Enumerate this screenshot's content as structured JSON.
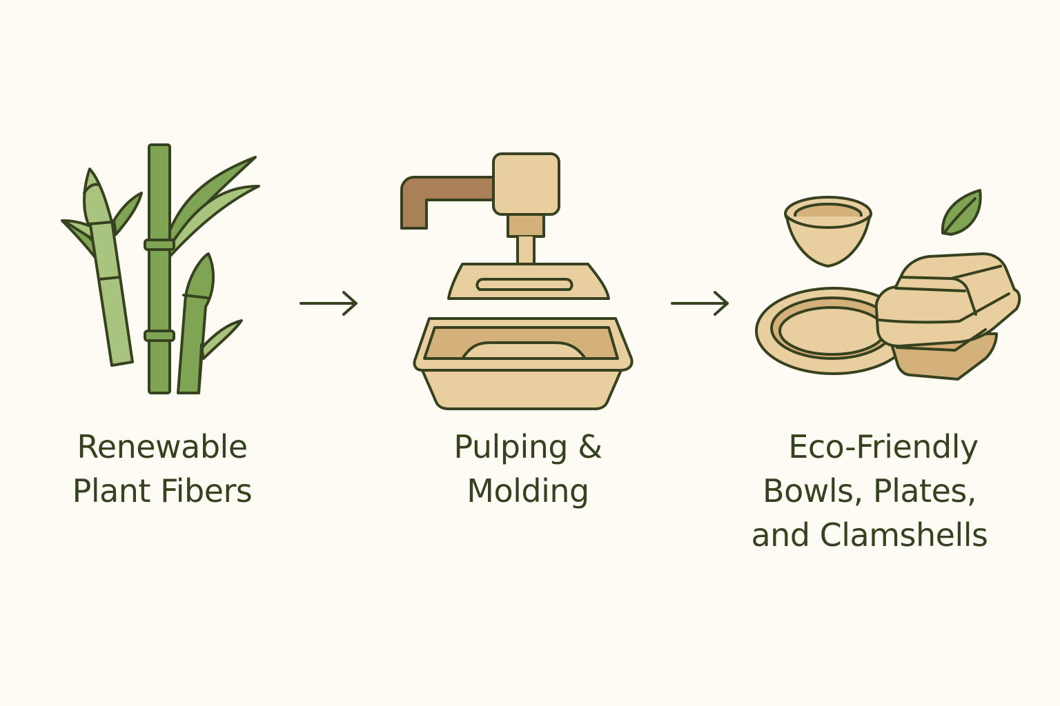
{
  "steps": [
    {
      "id": "fibers",
      "icon": "bamboo-icon",
      "lines": [
        "Renewable",
        "Plant Fibers"
      ]
    },
    {
      "id": "molding",
      "icon": "mold-press-icon",
      "lines": [
        "Pulping &",
        "Molding"
      ]
    },
    {
      "id": "products",
      "icon": "tableware-icon",
      "lines": [
        "Eco-Friendly",
        "Bowls, Plates,",
        "and Clamshells"
      ]
    }
  ],
  "arrows": [
    "arrow-right-icon",
    "arrow-right-icon"
  ],
  "colors": {
    "background": "#fdfbf3",
    "outline": "#36421f",
    "bamboo_light": "#a9c47f",
    "bamboo": "#7fa453",
    "pulp": "#e9cf9f",
    "pulp_dark": "#d4b07a",
    "spout": "#a98058"
  }
}
